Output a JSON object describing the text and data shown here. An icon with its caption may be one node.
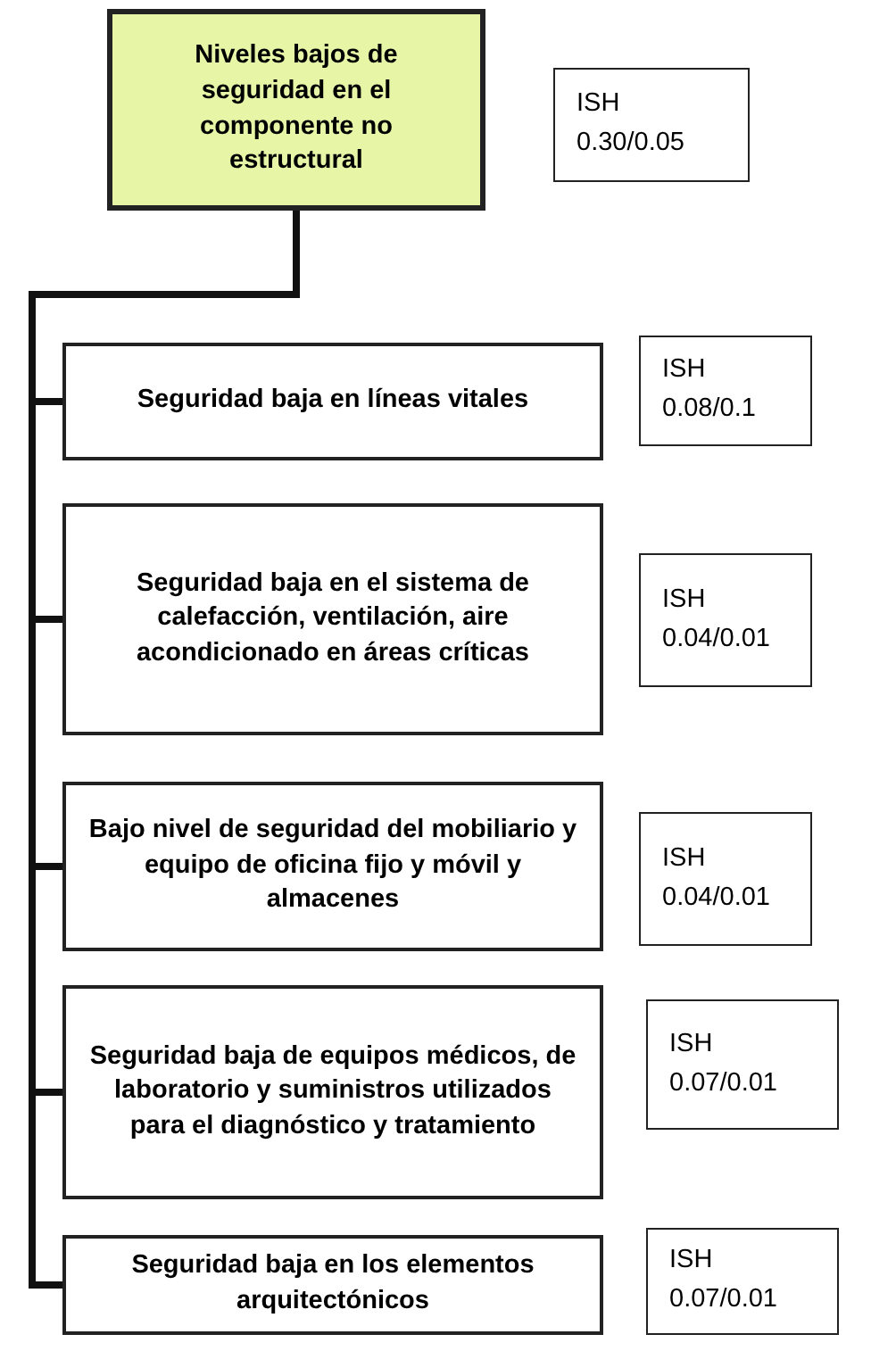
{
  "diagram": {
    "nodes": [
      {
        "text": [
          "Niveles bajos de seguridad en el componente no estructural"
        ]
      },
      {
        "text": [
          "ISH",
          "0.30/0.05"
        ]
      },
      {
        "text": [
          "Seguridad baja en líneas vitales"
        ]
      },
      {
        "text": [
          "ISH",
          "0.08/0.1"
        ]
      },
      {
        "text": [
          "Seguridad baja en el sistema de calefacción, ventilación, aire acondicionado en áreas críticas"
        ]
      },
      {
        "text": [
          "ISH",
          "0.04/0.01"
        ]
      },
      {
        "text": [
          "Bajo nivel de seguridad del mobiliario y equipo de oficina fijo y móvil y almacenes"
        ]
      },
      {
        "text": [
          "ISH",
          "0.04/0.01"
        ]
      },
      {
        "text": [
          "Seguridad baja de equipos médicos, de laboratorio y suministros utilizados para el diagnóstico y tratamiento"
        ]
      },
      {
        "text": [
          "ISH",
          "0.07/0.01"
        ]
      },
      {
        "text": [
          "Seguridad baja en los elementos arquitectónicos"
        ]
      },
      {
        "text": [
          "ISH",
          "0.07/0.01"
        ]
      }
    ],
    "edges": [
      {
        "from": 0,
        "to": 2,
        "arrow": "none"
      },
      {
        "from": 0,
        "to": 4,
        "arrow": "none"
      },
      {
        "from": 0,
        "to": 6,
        "arrow": "none"
      },
      {
        "from": 0,
        "to": 8,
        "arrow": "none"
      },
      {
        "from": 0,
        "to": 10,
        "arrow": "none"
      }
    ]
  }
}
